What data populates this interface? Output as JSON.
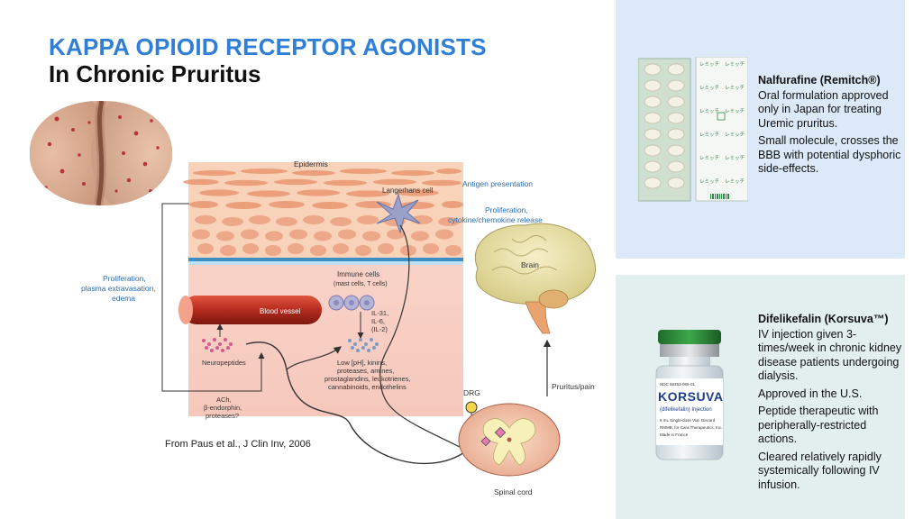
{
  "slide": {
    "title_line1": "KAPPA OPIOID RECEPTOR AGONISTS",
    "title_line2": "In Chronic Pruritus",
    "citation": "From Paus et al., J Clin Inv, 2006"
  },
  "diagram": {
    "epidermis": "Epidermis",
    "antigen_presentation": "Antigen presentation",
    "langerhans_cell": "Langerhans cell",
    "proliferation_release_1": "Proliferation,",
    "proliferation_release_2": "cytokine/chemokine release",
    "proliferation_left_1": "Proliferation,",
    "proliferation_left_2": "plasma extravasation,",
    "proliferation_left_3": "edema",
    "immune_cells_1": "Immune cells",
    "immune_cells_2": "(mast cells, T cells)",
    "blood_vessel": "Blood vessel",
    "il31": "IL-31,",
    "il6": "IL-6,",
    "il2": "(IL-2)",
    "neuropeptides": "Neuropeptides",
    "mediators_1": "Low [pH], kinins,",
    "mediators_2": "proteases, amines,",
    "mediators_3": "prostaglandins, leukotrienes,",
    "mediators_4": "cannabinoids, endothelins",
    "ach_1": "ACh,",
    "ach_2": "β-endorphin,",
    "ach_3": "proteases?",
    "brain": "Brain",
    "drg": "DRG",
    "pruritus_pain": "Pruritus/pain",
    "spinal_cord": "Spinal cord"
  },
  "drugs": [
    {
      "name": "Nalfurafine (Remitch®)",
      "lines": [
        "Oral formulation approved only in Japan for treating Uremic pruritus.",
        "Small molecule, crosses the BBB with potential dysphoric side-effects."
      ]
    },
    {
      "name": "Difelikefalin (Korsuva™)",
      "lines": [
        "IV injection given 3-times/week in chronic kidney disease patients undergoing dialysis.",
        "Approved in the U.S.",
        "Peptide therapeutic with peripherally-restricted actions.",
        "Cleared relatively rapidly systemically following IV infusion."
      ]
    }
  ],
  "vial_label": {
    "brand": "KORSUVA",
    "generic": "(difelikefalin) Injection",
    "ndc": "NDC 59353-065-01",
    "dose": "5 mL Single-dose Vial. Discard",
    "mfr_1": "RMMB, for Cara Therapeutics, Inc.",
    "mfr_2": "Made in France"
  },
  "blister_label": "レミッチ"
}
